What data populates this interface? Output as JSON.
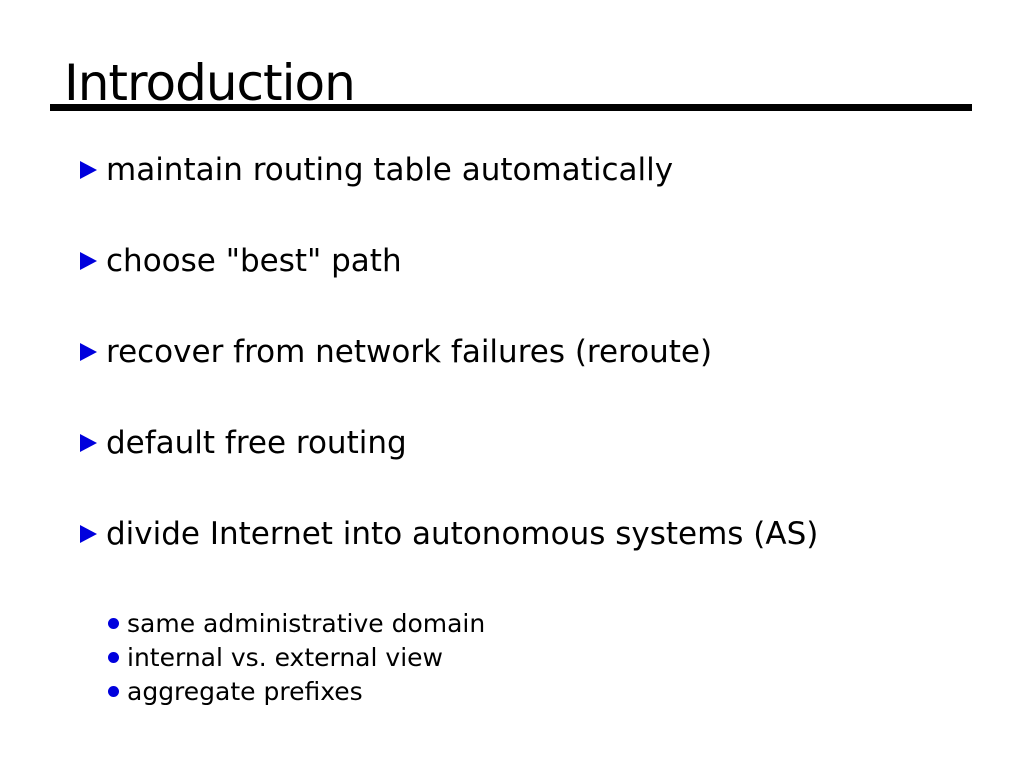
{
  "slide": {
    "title": "Introduction",
    "bullets": [
      {
        "text": "maintain routing table automatically"
      },
      {
        "text": "choose \"best\" path"
      },
      {
        "text": "recover from network failures (reroute)"
      },
      {
        "text": "default free routing"
      },
      {
        "text": "divide Internet into autonomous systems (AS)",
        "sub": [
          "same administrative domain",
          "internal vs. external view",
          "aggregate prefixes"
        ]
      }
    ],
    "colors": {
      "background": "#ffffff",
      "text": "#000000",
      "bullet": "#0000dd",
      "rule": "#000000"
    },
    "icons": {
      "main_bullet": "triangle-right-icon",
      "sub_bullet": "circle-dot-icon"
    }
  }
}
